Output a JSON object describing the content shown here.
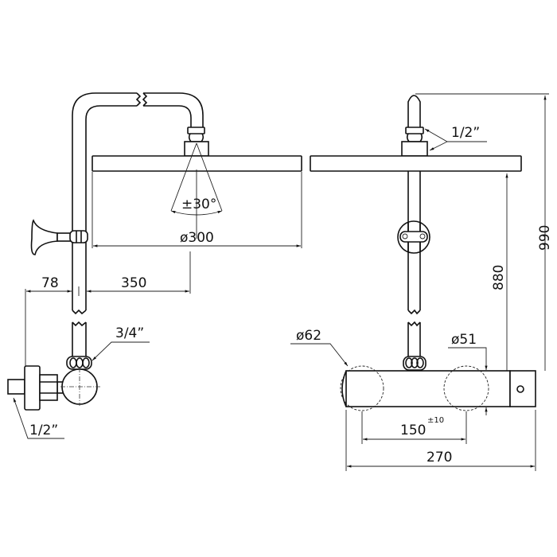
{
  "drawing": {
    "left_view": {
      "spray_angle": "±30°",
      "head_diameter": "ø300",
      "wall_offset": "78",
      "arm_reach": "350",
      "connection_top": "3/4”",
      "connection_inlet": "1/2”"
    },
    "right_view": {
      "head_connection": "1/2”",
      "height_to_head": "880",
      "total_height": "990",
      "knob_diameter": "ø62",
      "body_diameter": "ø51",
      "inlet_spacing": "150",
      "inlet_tolerance": "±10",
      "body_length": "270"
    },
    "line_color": "#111111"
  }
}
